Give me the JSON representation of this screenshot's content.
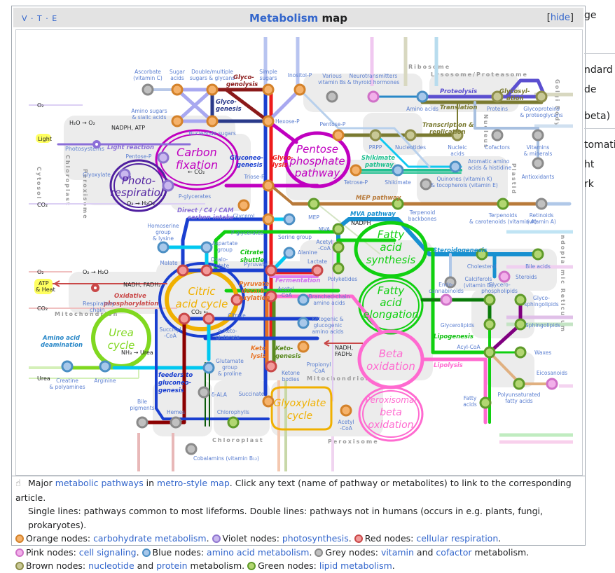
{
  "header": {
    "vte": [
      "V",
      "T",
      "E"
    ],
    "title_link": "Metabolism",
    "title_rest": " map",
    "hide_label": "hide"
  },
  "sidebar_fragments": [
    "ge",
    "ndard",
    "de",
    "beta)",
    "tomatic",
    "ht",
    "rk"
  ],
  "compartments": {
    "cytosol": "Cytosol",
    "chloroplast": "Chloroplast",
    "peroxisome": "Peroxisome",
    "mitochondrion": "Mitochondrion",
    "ribosome": "Ribosome",
    "lysosome": "Lysosome/Proteasome",
    "nucleus": "Nucleus",
    "golgi": "Golgi Body",
    "plastid": "Plastid",
    "er": "Endoplasmic Reticulum",
    "chloroplast2": "Chloroplast",
    "mitochondrion2": "Mitochondrion",
    "peroxisome2": "Peroxisome"
  },
  "cycles": {
    "carbon_fixation": [
      "Carbon",
      "fixation"
    ],
    "photorespiration": [
      "Photo-",
      "respiration"
    ],
    "pentose": [
      "Pentose",
      "phosphate",
      "pathway"
    ],
    "citric": [
      "Citric",
      "acid cycle"
    ],
    "urea": [
      "Urea",
      "cycle"
    ],
    "fas": [
      "Fatty",
      "acid",
      "synthesis"
    ],
    "fae": [
      "Fatty",
      "acid",
      "elongation"
    ],
    "beta": [
      "Beta",
      "oxidation"
    ],
    "glyoxylate": [
      "Glyoxylate",
      "cycle"
    ],
    "perox_beta": [
      "Peroxisomal",
      "beta",
      "oxidation"
    ]
  },
  "pathways": {
    "glycogenolysis": [
      "Glyco-",
      "genolysis"
    ],
    "glycogenesis": [
      "Glyco-",
      "genesis"
    ],
    "gluconeogenesis": [
      "Gluconeo-",
      "genesis"
    ],
    "glycolysis": [
      "Glyco-",
      "lysis"
    ],
    "light_reaction": "Light reaction",
    "direct_c4": [
      "Direct / C4 / CAM",
      "carbon intake"
    ],
    "shikimate": [
      "Shikimate",
      "pathway"
    ],
    "mep": "MEP pathway",
    "mva": "MVA pathway",
    "proteolysis": "Proteolysis",
    "glycosylation": [
      "Glycosyl-",
      "ation"
    ],
    "translation": "Translation",
    "transcription": [
      "Transcription &",
      "replication"
    ],
    "citrate_shuttle": [
      "Citrate",
      "shuttle"
    ],
    "pyruvate_decarb": [
      "Pyruvate",
      "decarb-",
      "oxylation"
    ],
    "fermentation": "Fermentation",
    "oxphos": [
      "Oxidative",
      "phosphorylation"
    ],
    "aa_deamination": [
      "Amino acid",
      "deamination"
    ],
    "steroidogenesis": "Steroidogenesis",
    "lipogenesis": "Lipogenesis",
    "lipolysis": "Lipolysis",
    "ketolysis": [
      "Keto-",
      "lysis"
    ],
    "ketogenesis": [
      "Keto-",
      "genesis"
    ],
    "feeders": [
      "feeders to",
      "gluconeo-",
      "genesis"
    ]
  },
  "inputs": {
    "o2_out": "O₂",
    "light": "Light",
    "co2_in": "CO₂",
    "h2o_o2": "H₂O → O₂",
    "nadph_atp": "NADPH, ATP",
    "photosystems": "Photosystems",
    "o2_h2o2": "O₂ → H₂O₂",
    "co2_fix": "← CO₂",
    "o2_in": "O₂",
    "o2_h2o": "O₂ → H₂O",
    "atp_heat": [
      "ATP",
      "& Heat"
    ],
    "nadh_fadh2": "NADH, FADH₂",
    "resp_chain": [
      "Respiratory",
      "chain"
    ],
    "co2_out": "CO₂",
    "co2_cac": "CO₂ ←",
    "nh3_urea": "NH₃ → Urea",
    "urea_out": "Urea",
    "nadph": "NADPH",
    "nadh_fadh2_beta": [
      "NADH,",
      "FADH₂"
    ]
  },
  "metabolites": {
    "ascorbate": [
      "Ascorbate",
      "(vitamin C)"
    ],
    "sugar_acids": [
      "Sugar",
      "acids"
    ],
    "double_sugars": [
      "Double/multiple",
      "sugars & glycans"
    ],
    "simple_sugars": [
      "Simple",
      "sugars"
    ],
    "inositol": "Inositol-P",
    "vitamin_bs": [
      "Various",
      "vitamin Bs"
    ],
    "neurotransmitters": [
      "Neurotransmitters",
      "& thyroid hormones"
    ],
    "amino_acids": "Amino acids",
    "proteins": "Proteins",
    "glycoproteins": [
      "Glycoproteins",
      "& proteoglycans"
    ],
    "amino_sugars": [
      "Amino sugars",
      "& sialic acids"
    ],
    "nucleotide_sugars": "Nucleotide sugars",
    "hexose_p": "Hexose-P",
    "pentose_p": "Pentose-P",
    "prpp": "PRPP",
    "nucleotides": "Nucleotides",
    "nucleic_acids": [
      "Nucleic",
      "acids"
    ],
    "cofactors": "Cofactors",
    "vitamins_minerals": [
      "Vitamins",
      "& minerals"
    ],
    "pentose_p_cf": "Pentose-P",
    "glyoxylate": "Glyoxylate",
    "p_glycerates_cf": "P-glycerates",
    "triose_p": "Triose-P",
    "tetrose_p": "Tetrose-P",
    "shikimate": "Shikimate",
    "aromatic": [
      "Aromatic amino",
      "acids & histidine"
    ],
    "antioxidants": "Antioxidants",
    "quinones": [
      "Quinones (vitamin K)",
      "& tocopherols (vitamin E)"
    ],
    "glycerol": "Glycerol",
    "mep": "MEP",
    "mva": "MVA",
    "terpenoid_backbones": [
      "Terpenoid",
      "backbones"
    ],
    "terpenoids": [
      "Terpenoids",
      "& carotenoids (vitamin A)"
    ],
    "retinoids": [
      "Retinoids",
      "(vitamin A)"
    ],
    "homoserine": [
      "Homoserine",
      "group",
      "& lysine"
    ],
    "p_glycerates": "P-glycerates",
    "serine": "Serine group",
    "acetyl_coa_top": [
      "Acetyl",
      "-CoA"
    ],
    "aspartate": [
      "Aspartate",
      "group"
    ],
    "oxaloacetate": [
      "Oxalo-",
      "acetate"
    ],
    "alanine": "Alanine",
    "malate": "Malate",
    "pyruvate": "Pyruvate",
    "lactate": "Lactate",
    "polyketides": "Polyketides",
    "cholesterol": "Cholesterol",
    "bile_acids": "Bile acids",
    "calciferols": [
      "Calciferols",
      "(vitamin D)"
    ],
    "steroids": "Steroids",
    "acetyl_coa": [
      "Acetyl",
      "-CoA"
    ],
    "branched": [
      "Branched-chain",
      "amino acids"
    ],
    "citrate": "Citrate",
    "endocannabinoids": [
      "Endo-",
      "cannabinoids"
    ],
    "glycerophospholipids": [
      "Glycero-",
      "phospholipids"
    ],
    "glycosphingolipids": [
      "Glyco-",
      "sphingolipids"
    ],
    "succinyl": [
      "Succinyl",
      "-CoA"
    ],
    "akg": [
      "α-Keto-",
      "glutarate"
    ],
    "ketogenic": [
      "Ketogenic &",
      "glucogenic",
      "amino acids"
    ],
    "glycerolipids": "Glycerolipids",
    "sphingolipids": "Sphingolipids",
    "propionyl": [
      "Propionyl",
      "-CoA"
    ],
    "acyl_coa": "Acyl-CoA",
    "waxes": "Waxes",
    "glutamate": [
      "Glutamate",
      "group",
      "& proline"
    ],
    "ketone": [
      "Ketone",
      "bodies"
    ],
    "creatine": [
      "Creatine",
      "& polyamines"
    ],
    "arginine": "Arginine",
    "eicosanoids": "Eicosanoids",
    "ala": "δ-ALA",
    "succinate": "Succinate",
    "bile_pigments": [
      "Bile",
      "pigments"
    ],
    "hemes": "Hemes",
    "chlorophylls": "Chlorophylls",
    "acetyl_coa_perox": [
      "Acetyl",
      "-CoA"
    ],
    "fatty_acids": [
      "Fatty",
      "acids"
    ],
    "pufa": [
      "Polyunsaturated",
      "fatty acids"
    ],
    "cobalamins": "Cobalamins (vitamin B₁₂)"
  },
  "caption": {
    "icon": "hand-pointer-icon",
    "line1": [
      "Major ",
      "metabolic pathways",
      " in ",
      "metro-style map",
      ". Click any text (name of pathway or metabolites) to link to the corresponding article."
    ],
    "line2": "Single lines: pathways common to most lifeforms. Double lines: pathways not in humans (occurs in e.g. plants, fungi, prokaryotes).",
    "legend": [
      {
        "prefix": "Orange nodes: ",
        "link": "carbohydrate metabolism",
        "suffix": ".",
        "fill": "#f5b26b",
        "stroke": "#d4822a"
      },
      {
        "prefix": "Violet nodes: ",
        "link": "photosynthesis",
        "suffix": ".",
        "fill": "#c9b8ee",
        "stroke": "#9077d0"
      },
      {
        "prefix": "Red nodes: ",
        "link": "cellular respiration",
        "suffix": ".",
        "fill": "#f29a9a",
        "stroke": "#c94848"
      },
      {
        "prefix": "Pink nodes: ",
        "link": "cell signaling",
        "suffix": ".",
        "fill": "#f2b0ea",
        "stroke": "#d071c8"
      },
      {
        "prefix": "Blue nodes: ",
        "link": "amino acid metabolism",
        "suffix": ".",
        "fill": "#a8c8ea",
        "stroke": "#4b8fc4"
      },
      {
        "prefix": "Grey nodes: ",
        "link": "vitamin",
        "middle": " and ",
        "link2": "cofactor",
        "suffix": " metabolism.",
        "fill": "#c0c0c0",
        "stroke": "#8a8a8a"
      },
      {
        "prefix": "Brown nodes: ",
        "link": "nucleotide",
        "middle": " and ",
        "link2": "protein",
        "suffix": " metabolism.",
        "fill": "#c8c896",
        "stroke": "#8e8e4a"
      },
      {
        "prefix": "Green nodes: ",
        "link": "lipid metabolism",
        "suffix": ".",
        "fill": "#b2d672",
        "stroke": "#5f9b2a"
      }
    ]
  },
  "colors": {
    "link": "#3366cc",
    "orange_fill": "#f5b26b",
    "orange_stroke": "#d4822a",
    "violet_fill": "#c9b8ee",
    "violet_stroke": "#8b74cf",
    "red_fill": "#f29a9a",
    "red_stroke": "#c94848",
    "pink_fill": "#f2b0ea",
    "pink_stroke": "#d071c8",
    "blue_fill": "#a8c8ea",
    "blue_stroke": "#4b8fc4",
    "grey_fill": "#c0c0c0",
    "grey_stroke": "#8a8a8a",
    "brown_fill": "#c8c896",
    "brown_stroke": "#8e8e4a",
    "green_fill": "#b2d672",
    "green_stroke": "#5f9b2a"
  }
}
